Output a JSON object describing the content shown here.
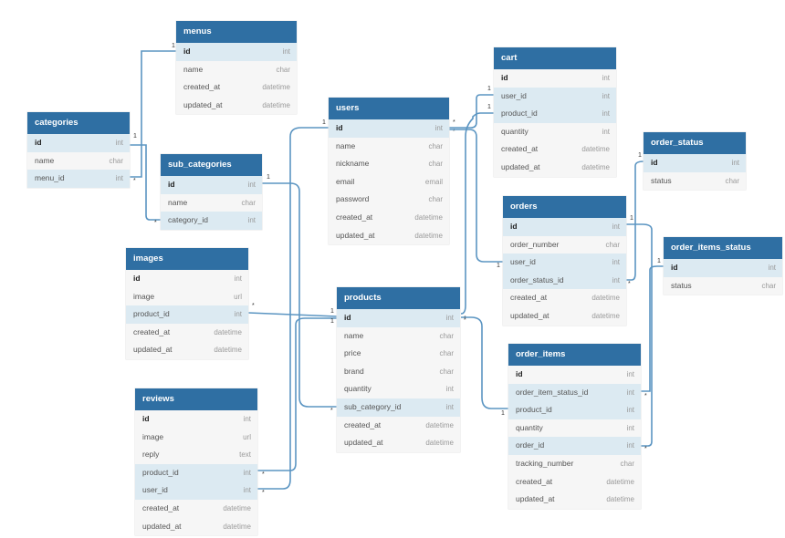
{
  "entities": [
    {
      "id": "menus",
      "name": "menus",
      "fields": [
        {
          "name": "id",
          "type": "int"
        },
        {
          "name": "name",
          "type": "char"
        },
        {
          "name": "created_at",
          "type": "datetime"
        },
        {
          "name": "updated_at",
          "type": "datetime"
        }
      ]
    },
    {
      "id": "categories",
      "name": "categories",
      "fields": [
        {
          "name": "id",
          "type": "int"
        },
        {
          "name": "name",
          "type": "char"
        },
        {
          "name": "menu_id",
          "type": "int"
        }
      ]
    },
    {
      "id": "sub_categories",
      "name": "sub_categories",
      "fields": [
        {
          "name": "id",
          "type": "int"
        },
        {
          "name": "name",
          "type": "char"
        },
        {
          "name": "category_id",
          "type": "int"
        }
      ]
    },
    {
      "id": "users",
      "name": "users",
      "fields": [
        {
          "name": "id",
          "type": "int"
        },
        {
          "name": "name",
          "type": "char"
        },
        {
          "name": "nickname",
          "type": "char"
        },
        {
          "name": "email",
          "type": "email"
        },
        {
          "name": "password",
          "type": "char"
        },
        {
          "name": "created_at",
          "type": "datetime"
        },
        {
          "name": "updated_at",
          "type": "datetime"
        }
      ]
    },
    {
      "id": "cart",
      "name": "cart",
      "fields": [
        {
          "name": "id",
          "type": "int"
        },
        {
          "name": "user_id",
          "type": "int"
        },
        {
          "name": "product_id",
          "type": "int"
        },
        {
          "name": "quantity",
          "type": "int"
        },
        {
          "name": "created_at",
          "type": "datetime"
        },
        {
          "name": "updated_at",
          "type": "datetime"
        }
      ]
    },
    {
      "id": "order_status",
      "name": "order_status",
      "fields": [
        {
          "name": "id",
          "type": "int"
        },
        {
          "name": "status",
          "type": "char"
        }
      ]
    },
    {
      "id": "orders",
      "name": "orders",
      "fields": [
        {
          "name": "id",
          "type": "int"
        },
        {
          "name": "order_number",
          "type": "char"
        },
        {
          "name": "user_id",
          "type": "int"
        },
        {
          "name": "order_status_id",
          "type": "int"
        },
        {
          "name": "created_at",
          "type": "datetime"
        },
        {
          "name": "updated_at",
          "type": "datetime"
        }
      ]
    },
    {
      "id": "order_items_status",
      "name": "order_items_status",
      "fields": [
        {
          "name": "id",
          "type": "int"
        },
        {
          "name": "status",
          "type": "char"
        }
      ]
    },
    {
      "id": "images",
      "name": "images",
      "fields": [
        {
          "name": "id",
          "type": "int"
        },
        {
          "name": "image",
          "type": "url"
        },
        {
          "name": "product_id",
          "type": "int"
        },
        {
          "name": "created_at",
          "type": "datetime"
        },
        {
          "name": "updated_at",
          "type": "datetime"
        }
      ]
    },
    {
      "id": "products",
      "name": "products",
      "fields": [
        {
          "name": "id",
          "type": "int"
        },
        {
          "name": "name",
          "type": "char"
        },
        {
          "name": "price",
          "type": "char"
        },
        {
          "name": "brand",
          "type": "char"
        },
        {
          "name": "quantity",
          "type": "int"
        },
        {
          "name": "sub_category_id",
          "type": "int"
        },
        {
          "name": "created_at",
          "type": "datetime"
        },
        {
          "name": "updated_at",
          "type": "datetime"
        }
      ]
    },
    {
      "id": "order_items",
      "name": "order_items",
      "fields": [
        {
          "name": "id",
          "type": "int"
        },
        {
          "name": "order_item_status_id",
          "type": "int"
        },
        {
          "name": "product_id",
          "type": "int"
        },
        {
          "name": "quantity",
          "type": "int"
        },
        {
          "name": "order_id",
          "type": "int"
        },
        {
          "name": "tracking_number",
          "type": "char"
        },
        {
          "name": "created_at",
          "type": "datetime"
        },
        {
          "name": "updated_at",
          "type": "datetime"
        }
      ]
    },
    {
      "id": "reviews",
      "name": "reviews",
      "fields": [
        {
          "name": "id",
          "type": "int"
        },
        {
          "name": "image",
          "type": "url"
        },
        {
          "name": "reply",
          "type": "text"
        },
        {
          "name": "product_id",
          "type": "int"
        },
        {
          "name": "user_id",
          "type": "int"
        },
        {
          "name": "created_at",
          "type": "datetime"
        },
        {
          "name": "updated_at",
          "type": "datetime"
        }
      ]
    }
  ],
  "relationships": [
    {
      "from": "categories.menu_id",
      "to": "menus.id",
      "one": "1",
      "many": "*"
    },
    {
      "from": "sub_categories.category_id",
      "to": "categories.id",
      "one": "1",
      "many": "*"
    },
    {
      "from": "cart.user_id",
      "to": "users.id",
      "one": "1",
      "many": "*"
    },
    {
      "from": "cart.product_id",
      "to": "products.id",
      "one": "1",
      "many": "*"
    },
    {
      "from": "orders.user_id",
      "to": "users.id",
      "one": "1",
      "many": "*"
    },
    {
      "from": "orders.order_status_id",
      "to": "order_status.id",
      "one": "1",
      "many": "*"
    },
    {
      "from": "order_items.order_item_status_id",
      "to": "order_items_status.id",
      "one": "1",
      "many": "*"
    },
    {
      "from": "order_items.order_id",
      "to": "orders.id",
      "one": "1",
      "many": "*"
    },
    {
      "from": "order_items.product_id",
      "to": "products.id",
      "one": "1",
      "many": "*"
    },
    {
      "from": "images.product_id",
      "to": "products.id",
      "one": "1",
      "many": "*"
    },
    {
      "from": "products.sub_category_id",
      "to": "sub_categories.id",
      "one": "1",
      "many": "*"
    },
    {
      "from": "reviews.product_id",
      "to": "products.id",
      "one": "1",
      "many": "*"
    },
    {
      "from": "reviews.user_id",
      "to": "users.id",
      "one": "1",
      "many": "*"
    }
  ],
  "colors": {
    "header": "#2f6fa3",
    "connector": "#5b95c2",
    "highlight_row": "#dceaf2",
    "row": "#f6f6f6"
  }
}
